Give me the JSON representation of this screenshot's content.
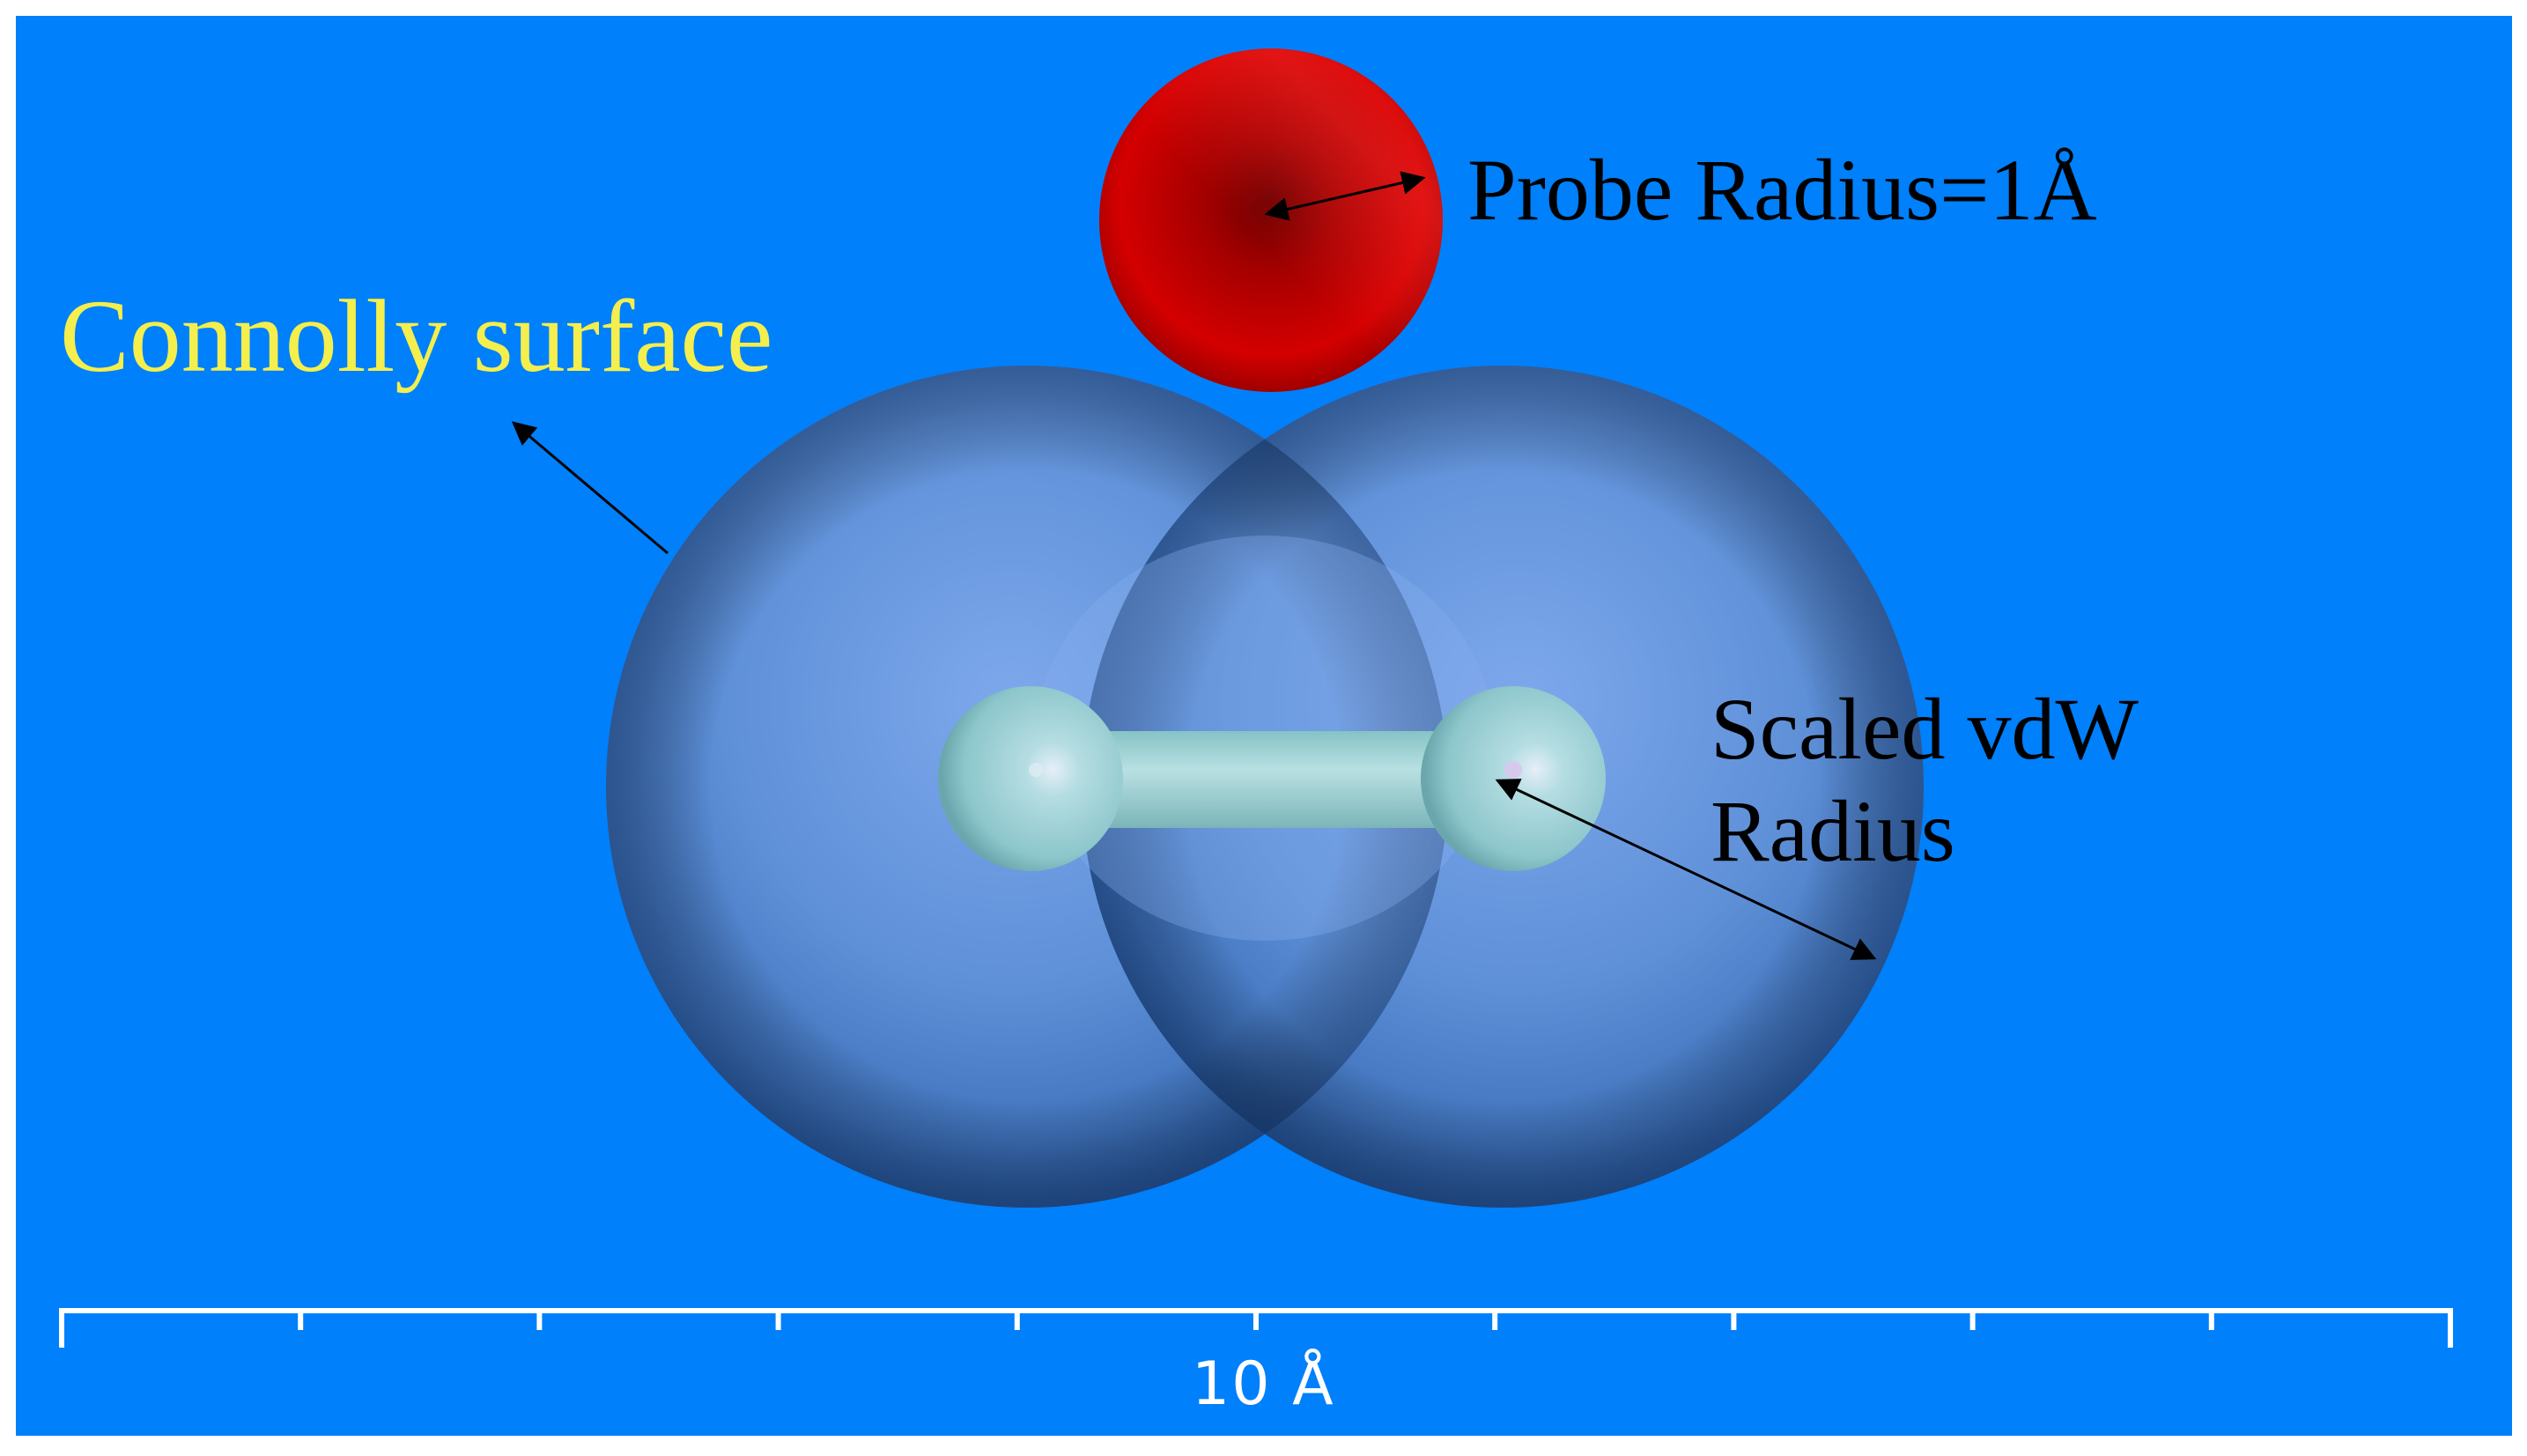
{
  "labels": {
    "connolly_surface": "Connolly surface",
    "probe_radius": "Probe Radius=1Å",
    "vdw_line1": "Scaled vdW",
    "vdw_line2": "Radius"
  },
  "scale_bar": {
    "label": "10 Å",
    "major_ticks": 11
  },
  "colors": {
    "background": "#0080fb",
    "connolly_label": "#f4ef4c",
    "probe_sphere": "#cc0000",
    "surface": "#5b8fd6",
    "atoms": "#9ed4d8",
    "scale_bar": "#ffffff"
  }
}
